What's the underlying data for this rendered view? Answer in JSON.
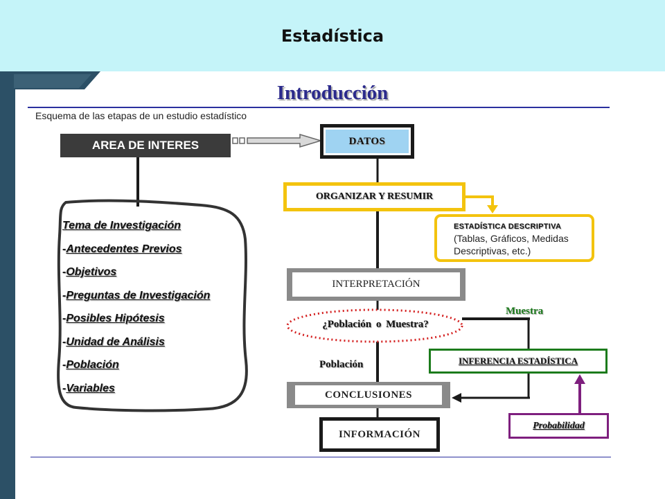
{
  "header": {
    "title": "Estadística"
  },
  "slide": {
    "title": "Introducción",
    "subtitle": "Esquema de las etapas de un estudio estadístico"
  },
  "diagram": {
    "area_interes": "AREA DE INTERES",
    "datos": "DATOS",
    "organizar": "ORGANIZAR Y RESUMIR",
    "interpretacion": "INTERPRETACIÓN",
    "poblacion_muestra": "¿Población o Muestra?",
    "conclusiones": "CONCLUSIONES",
    "informacion": "INFORMACIÓN",
    "descriptiva": {
      "title": "ESTADÍSTICA DESCRIPTIVA",
      "body": "(Tablas, Gráficos, Medidas Descriptivas, etc.)"
    },
    "inferencia": "INFERENCIA ESTADÍSTICA",
    "probabilidad": "Probabilidad",
    "muestra_label": "Muestra",
    "poblacion_label": "Población",
    "items": {
      "i0": {
        "prefix": "",
        "text": "Tema de Investigación"
      },
      "i1": {
        "prefix": "-",
        "text": "Antecedentes Previos"
      },
      "i2": {
        "prefix": "-",
        "text": "Objetivos"
      },
      "i3": {
        "prefix": "-",
        "text": "Preguntas de Investigación"
      },
      "i4": {
        "prefix": "-",
        "text": "Posibles Hipótesis"
      },
      "i5": {
        "prefix": "-",
        "text": "Unidad de Análisis"
      },
      "i6": {
        "prefix": "-",
        "text": "Población"
      },
      "i7": {
        "prefix": "-",
        "text": "Variables"
      }
    }
  },
  "colors": {
    "header_bg": "#c5f4f9",
    "sidebar": "#2c5066",
    "title": "#2b2a8c",
    "datos_fill": "#9fd3f2",
    "organizar_border": "#f3c30e",
    "inferencia_border": "#1c7b1c",
    "probabilidad_border": "#7e1f7e",
    "dotted_ellipse": "#d42020"
  }
}
